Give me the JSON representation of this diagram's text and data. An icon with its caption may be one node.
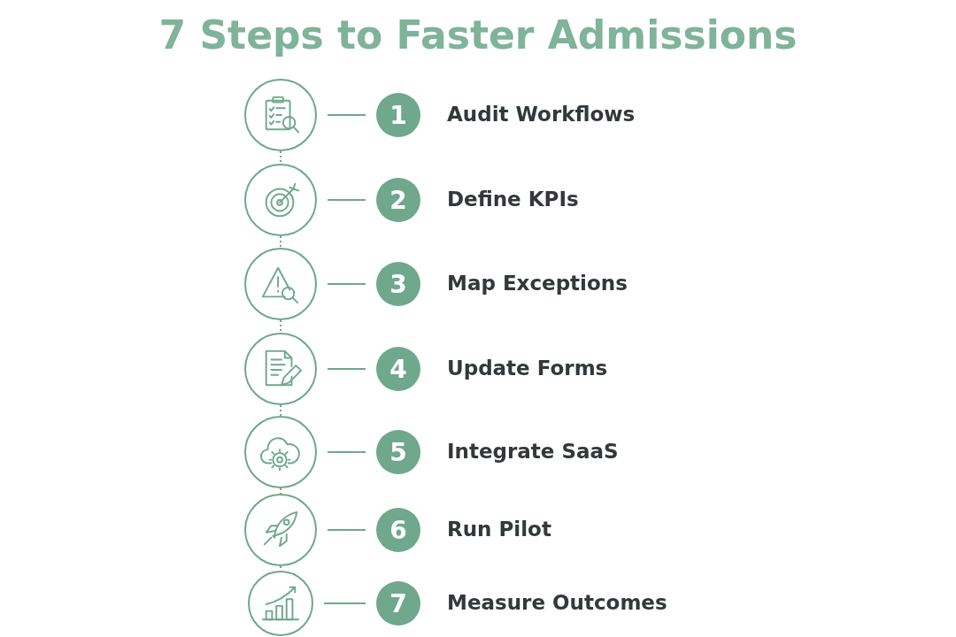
{
  "diagram": {
    "title": "7 Steps to Faster Admissions",
    "nodes": [
      {
        "text": [],
        "shape": "circle"
      },
      {
        "text": [
          "1"
        ],
        "beside": [
          "Audit Workflows"
        ]
      },
      {
        "text": [],
        "shape": "circle"
      },
      {
        "text": [
          "2"
        ],
        "beside": [
          "Define KPIs"
        ]
      },
      {
        "text": [],
        "shape": "circle"
      },
      {
        "text": [
          "3"
        ],
        "beside": [
          "Map Exceptions"
        ]
      },
      {
        "text": [],
        "shape": "circle"
      },
      {
        "text": [
          "4"
        ],
        "beside": [
          "Update Forms"
        ]
      },
      {
        "text": [],
        "shape": "circle"
      },
      {
        "text": [
          "5"
        ],
        "beside": [
          "Integrate SaaS"
        ]
      },
      {
        "text": [],
        "shape": "circle"
      },
      {
        "text": [
          "6"
        ],
        "beside": [
          "Run Pilot"
        ]
      },
      {
        "text": [],
        "shape": "circle"
      },
      {
        "text": [
          "7"
        ],
        "beside": [
          "Measure Outcomes"
        ]
      }
    ],
    "edges": [
      {
        "from": 0,
        "to": 1,
        "arrow": "none"
      },
      {
        "from": 0,
        "to": 2,
        "arrow": "none",
        "style": "dashed"
      },
      {
        "from": 2,
        "to": 3,
        "arrow": "none"
      },
      {
        "from": 2,
        "to": 4,
        "arrow": "none",
        "style": "dashed"
      },
      {
        "from": 4,
        "to": 5,
        "arrow": "none"
      },
      {
        "from": 4,
        "to": 6,
        "arrow": "none",
        "style": "dashed"
      },
      {
        "from": 6,
        "to": 7,
        "arrow": "none"
      },
      {
        "from": 6,
        "to": 8,
        "arrow": "none",
        "style": "dashed"
      },
      {
        "from": 8,
        "to": 9,
        "arrow": "none"
      },
      {
        "from": 8,
        "to": 10,
        "arrow": "none",
        "style": "dashed"
      },
      {
        "from": 10,
        "to": 11,
        "arrow": "none"
      },
      {
        "from": 10,
        "to": 12,
        "arrow": "none",
        "style": "dashed"
      },
      {
        "from": 12,
        "to": 13,
        "arrow": "none"
      }
    ]
  }
}
